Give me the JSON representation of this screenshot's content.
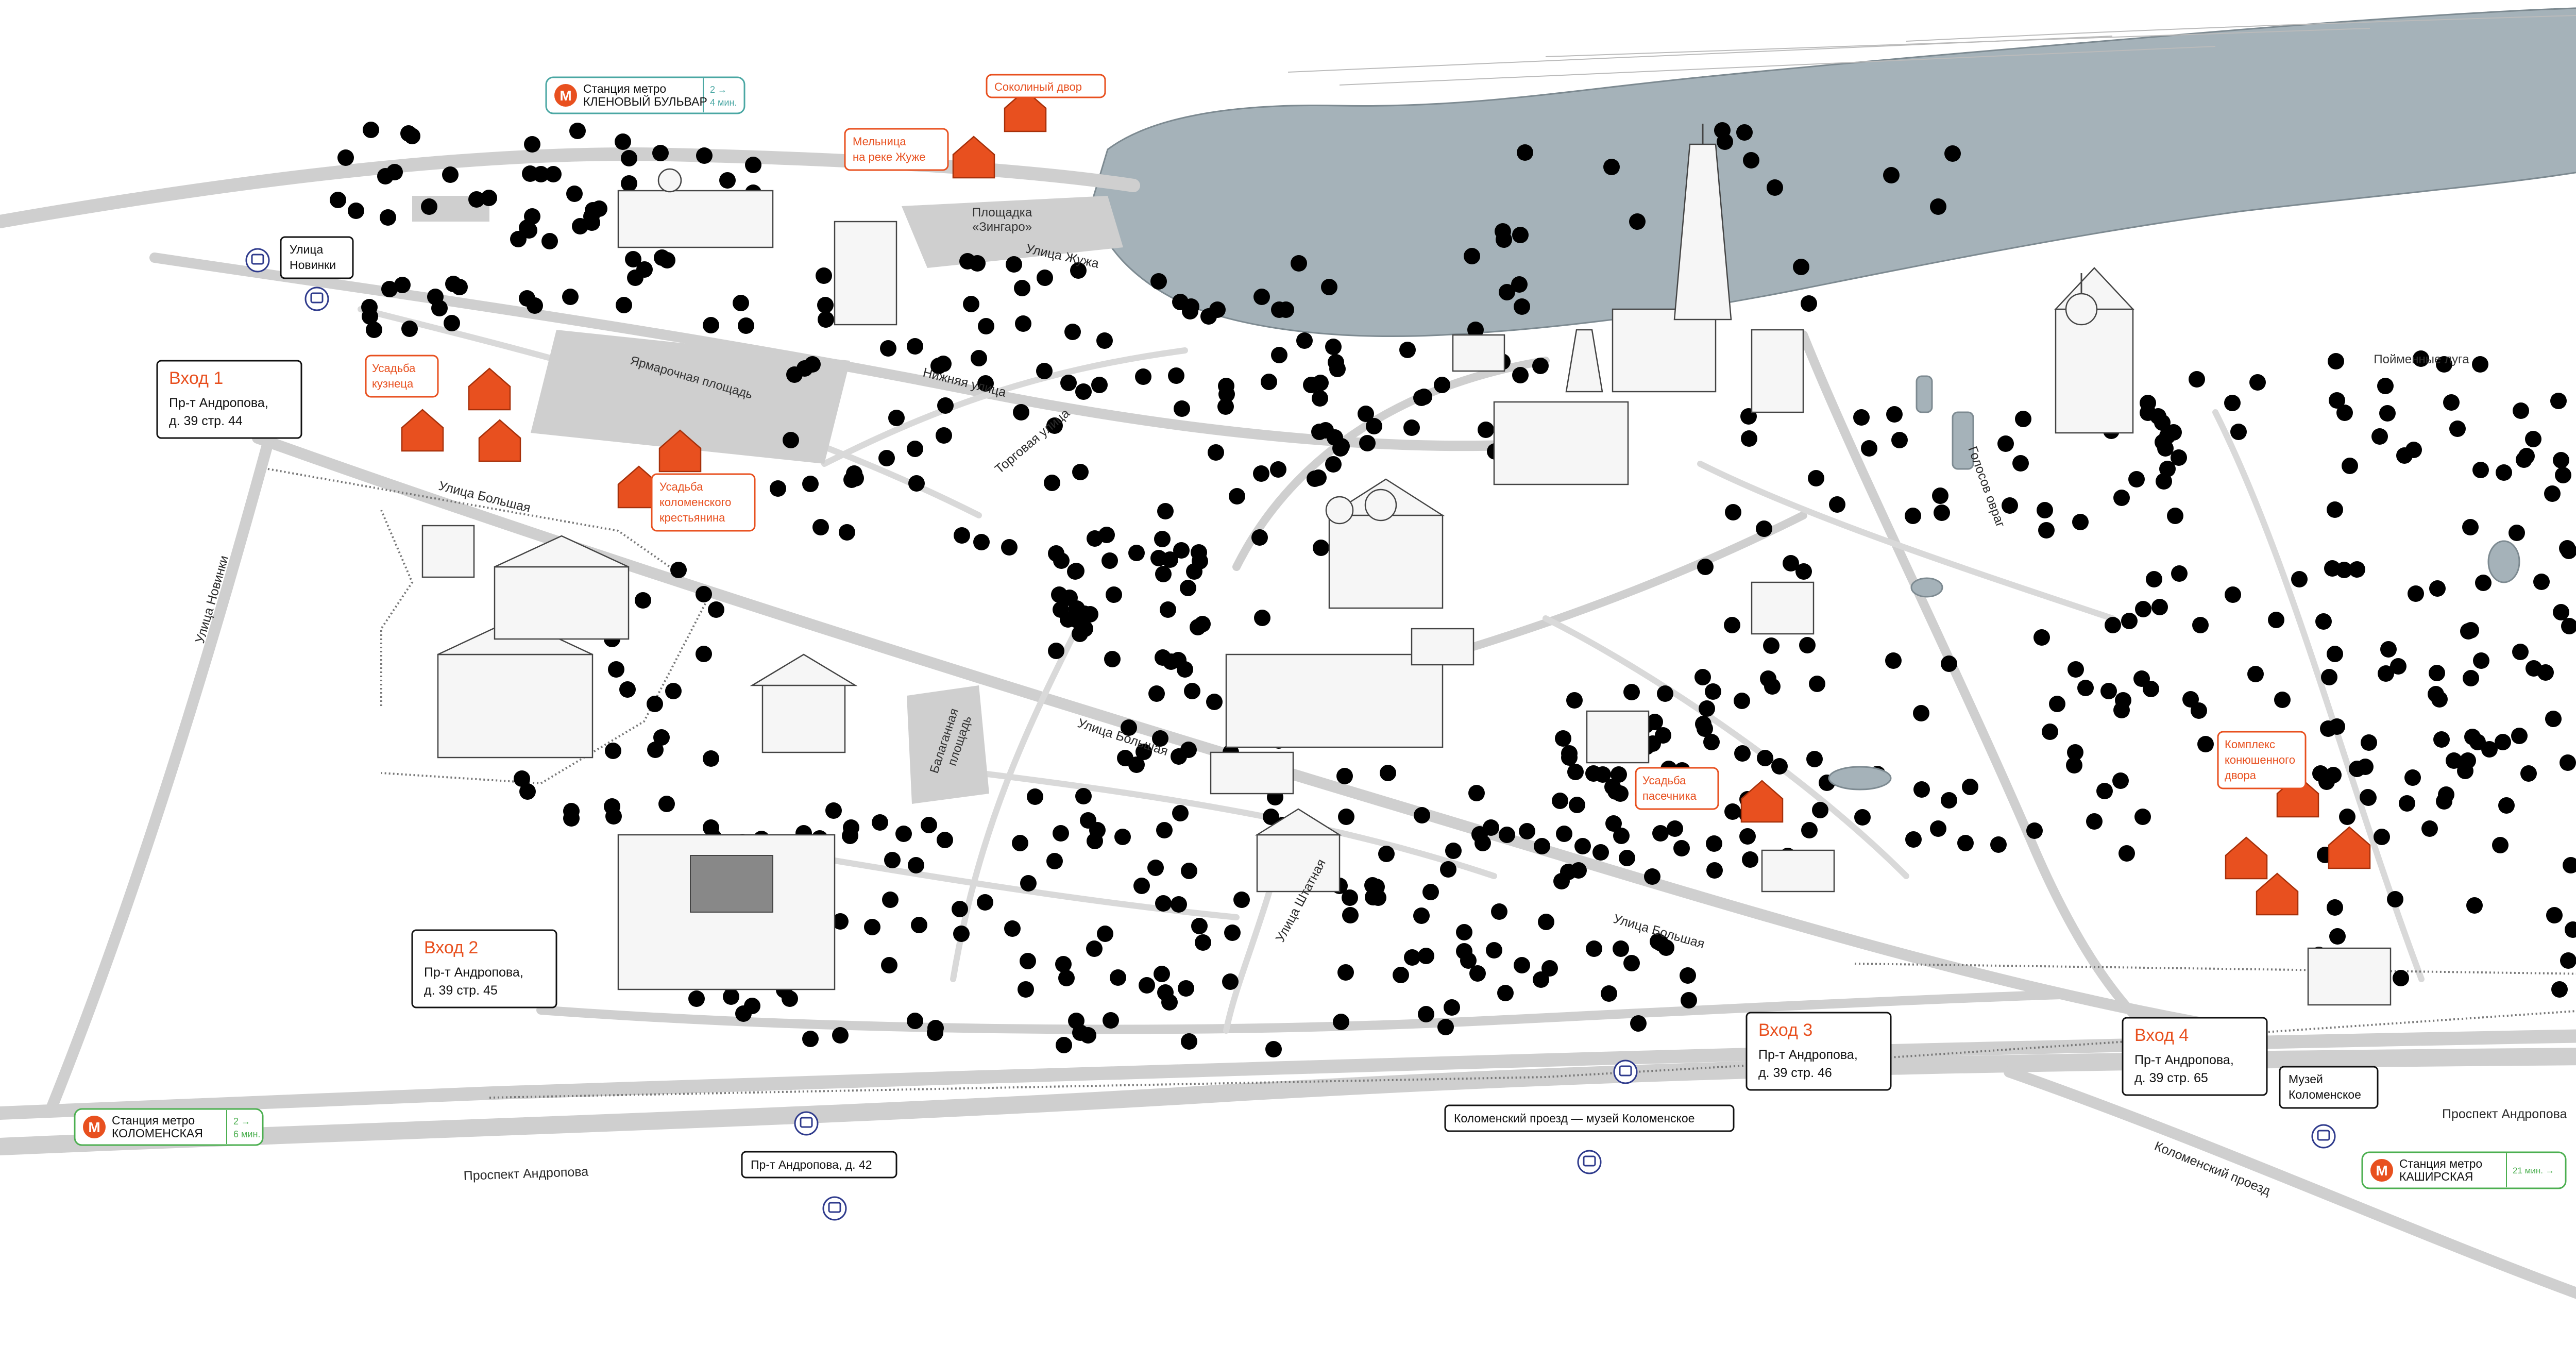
{
  "colors": {
    "river": "#a5b2b9",
    "road": "#cfcfcf",
    "accent": "#e8501f",
    "bus": "#2e3a8c",
    "metro_green": "#4caf50",
    "metro_teal": "#4aa7a3"
  },
  "metro": [
    {
      "id": "klenovy",
      "line1": "Станция метро",
      "line2": "КЛЕНОВЫЙ БУЛЬВАР",
      "walk_line1": "2 →",
      "walk_line2": "4 мин.",
      "icon": "metro-icon"
    },
    {
      "id": "kolomenskaya",
      "line1": "Станция метро",
      "line2": "КОЛОМЕНСКАЯ",
      "walk_line1": "2 →",
      "walk_line2": "6 мин.",
      "icon": "metro-icon"
    },
    {
      "id": "kashirskaya",
      "line1": "Станция метро",
      "line2": "КАШИРСКАЯ",
      "walk_line1": "21 мин. →",
      "walk_line2": "",
      "icon": "metro-icon"
    }
  ],
  "entrances": [
    {
      "title": "Вход 1",
      "addr1": "Пр-т Андропова,",
      "addr2": "д. 39 стр. 44"
    },
    {
      "title": "Вход 2",
      "addr1": "Пр-т Андропова,",
      "addr2": "д. 39 стр. 45"
    },
    {
      "title": "Вход 3",
      "addr1": "Пр-т Андропова,",
      "addr2": "д. 39 стр. 46"
    },
    {
      "title": "Вход 4",
      "addr1": "Пр-т Андропова,",
      "addr2": "д. 39 стр. 65"
    }
  ],
  "bus_stops": [
    {
      "label1": "Улица",
      "label2": "Новинки",
      "icon": "bus-icon"
    },
    {
      "label1": "Пр-т Андропова, д. 42",
      "label2": "",
      "icon": "bus-icon"
    },
    {
      "label1": "Коломенский проезд — музей Коломенское",
      "label2": "",
      "icon": "bus-icon"
    },
    {
      "label1": "Музей",
      "label2": "Коломенское",
      "icon": "bus-icon"
    }
  ],
  "highlights": [
    {
      "lines": [
        "Соколиный двор"
      ]
    },
    {
      "lines": [
        "Мельница",
        "на реке Жуже"
      ]
    },
    {
      "lines": [
        "Усадьба",
        "кузнеца"
      ]
    },
    {
      "lines": [
        "Усадьба",
        "коломенского",
        "крестьянина"
      ]
    },
    {
      "lines": [
        "Усадьба",
        "пасечника"
      ]
    },
    {
      "lines": [
        "Комплекс",
        "конюшенного",
        "двора"
      ]
    }
  ],
  "areas": {
    "zingaro_1": "Площадка",
    "zingaro_2": "«Зингаро»",
    "yarmarochnaya": "Ярмарочная площадь",
    "balagannaya_1": "Балаганная",
    "balagannaya_2": "площадь",
    "poymennye": "Пойменные луга"
  },
  "streets": {
    "zhuzha": "Улица Жужа",
    "nizhnyaya": "Нижняя улица",
    "torgovaya": "Торговая улица",
    "bolshaya": "Улица Большая",
    "shtatnaya": "Улица Штатная",
    "novinki": "Улица Новинки",
    "andropova": "Проспект Андропова",
    "kolomensky": "Коломенский проезд",
    "golosov": "Голосов овраг"
  }
}
